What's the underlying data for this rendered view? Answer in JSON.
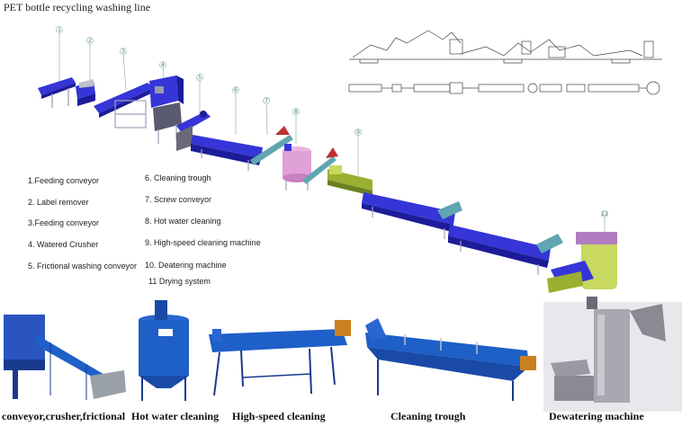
{
  "title": "PET bottle recycling washing line",
  "callout_numbers": [
    "1",
    "2",
    "3",
    "4",
    "5",
    "6",
    "7",
    "8",
    "9",
    "12"
  ],
  "legend": [
    {
      "label": "1.Feeding conveyor"
    },
    {
      "label": "2. Label remover"
    },
    {
      "label": "3.Feeding conveyor"
    },
    {
      "label": "4. Watered Crusher"
    },
    {
      "label": "5.  Frictional washing conveyor"
    },
    {
      "label": "6. Cleaning trough"
    },
    {
      "label": "7. Screw conveyor"
    },
    {
      "label": "8. Hot water cleaning"
    },
    {
      "label": "9. High-speed cleaning machine"
    },
    {
      "label": "10. Deatering machine"
    },
    {
      "label": "11  Drying system"
    }
  ],
  "captions": [
    {
      "label": "conveyor,crusher,frictional"
    },
    {
      "label": "Hot water cleaning"
    },
    {
      "label": "High-speed cleaning"
    },
    {
      "label": "Cleaning trough"
    },
    {
      "label": "Dewatering machine"
    }
  ],
  "colors": {
    "machine_blue": "#3535d8",
    "machine_dark": "#1c1c9a",
    "frame_gray": "#a8a8b8",
    "hot_water_pink": "#e0a0d8",
    "dryer_green": "#c8d860",
    "photo_blue": "#1e5fc8"
  }
}
